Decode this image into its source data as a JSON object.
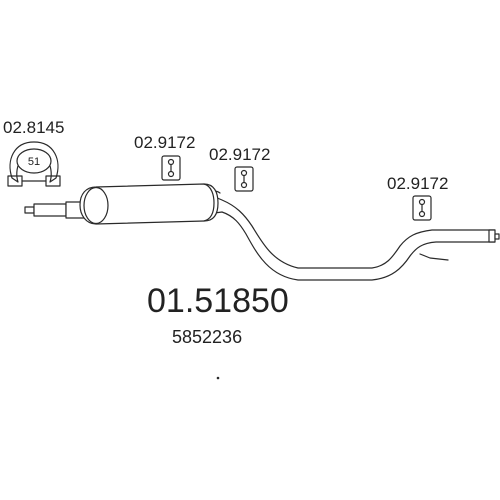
{
  "clamp": {
    "part_number": "02.8145",
    "size": "51"
  },
  "hangers": [
    {
      "part_number": "02.9172"
    },
    {
      "part_number": "02.9172"
    },
    {
      "part_number": "02.9172"
    }
  ],
  "main_part_number": "01.51850",
  "oe_reference": "5852236",
  "colors": {
    "line": "#2a2a2a",
    "text": "#222222",
    "background": "#ffffff"
  }
}
